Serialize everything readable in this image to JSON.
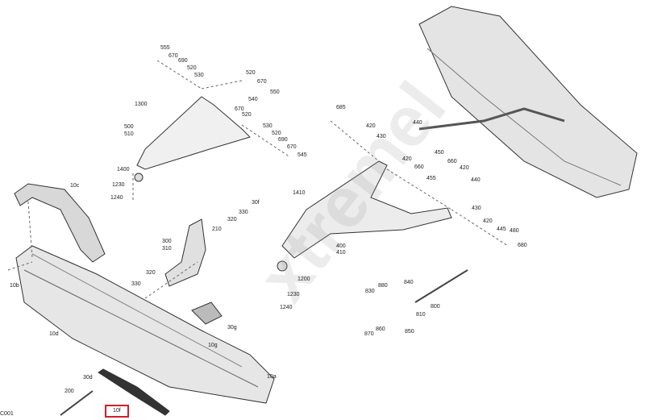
{
  "diagram_code": "C001",
  "highlighted_part": "10f",
  "highlight_color": "#d0202a",
  "watermark": "xtremel",
  "labels": [
    "555",
    "670",
    "690",
    "520",
    "530",
    "520",
    "670",
    "550",
    "540",
    "670",
    "520",
    "1300",
    "500",
    "510",
    "530",
    "520",
    "690",
    "670",
    "545",
    "1400",
    "1230",
    "1240",
    "1410",
    "685",
    "420",
    "430",
    "440",
    "450",
    "420",
    "660",
    "660",
    "420",
    "455",
    "440",
    "430",
    "420",
    "445",
    "480",
    "680",
    "400",
    "410",
    "1200",
    "1230",
    "1240",
    "840",
    "880",
    "830",
    "800",
    "810",
    "860",
    "850",
    "870",
    "10c",
    "30f",
    "330",
    "320",
    "210",
    "300",
    "310",
    "10b",
    "320",
    "330",
    "30g",
    "10d",
    "10g",
    "10a",
    "30d",
    "200",
    "10f"
  ]
}
